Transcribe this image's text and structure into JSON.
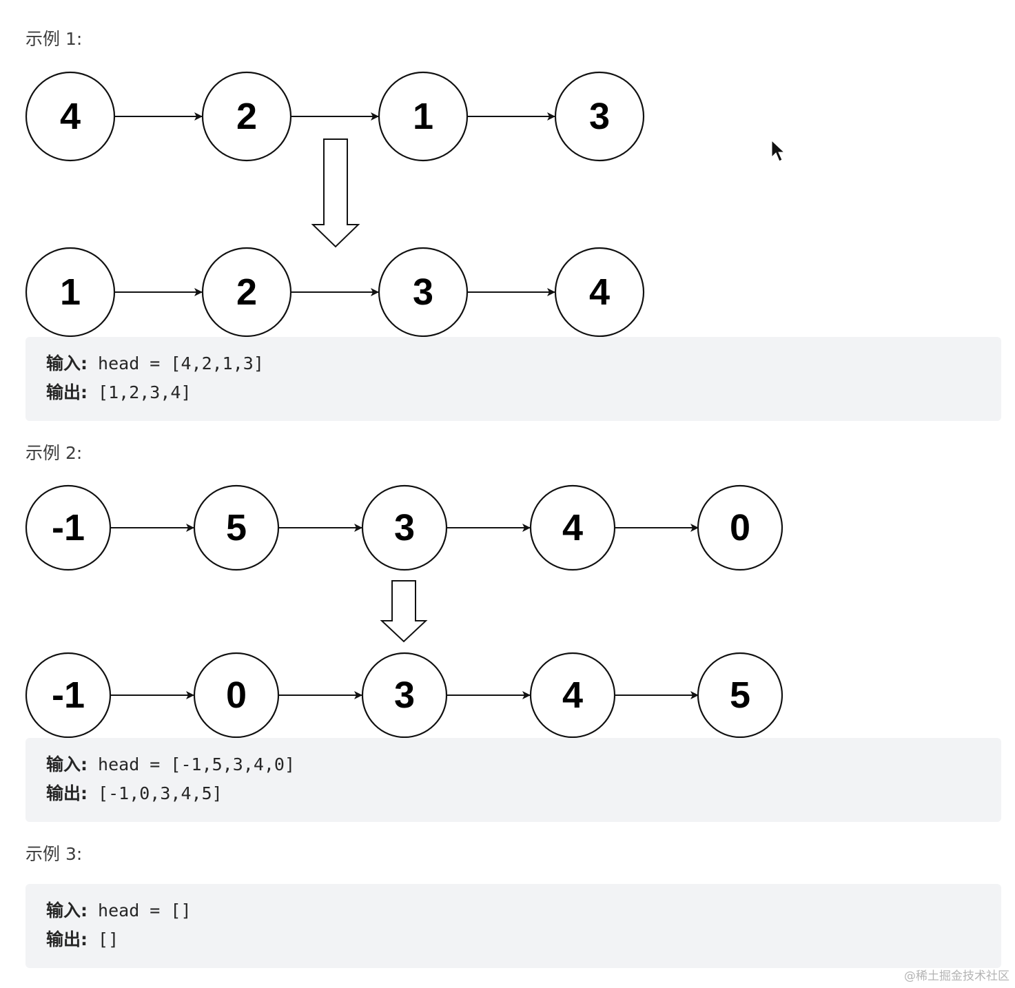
{
  "examples": [
    {
      "label": "示例 1:",
      "before": [
        "4",
        "2",
        "1",
        "3"
      ],
      "after": [
        "1",
        "2",
        "3",
        "4"
      ],
      "input_label": "输入:",
      "input_value": " head = [4,2,1,3]",
      "output_label": "输出:",
      "output_value": " [1,2,3,4]"
    },
    {
      "label": "示例 2:",
      "before": [
        "-1",
        "5",
        "3",
        "4",
        "0"
      ],
      "after": [
        "-1",
        "0",
        "3",
        "4",
        "5"
      ],
      "input_label": "输入:",
      "input_value": " head = [-1,5,3,4,0]",
      "output_label": "输出:",
      "output_value": " [-1,0,3,4,5]"
    },
    {
      "label": "示例 3:",
      "input_label": "输入:",
      "input_value": " head = []",
      "output_label": "输出:",
      "output_value": " []"
    }
  ],
  "colors": {
    "code_background": "#f2f3f5",
    "text": "#262626",
    "stroke": "#111111"
  },
  "icons": {
    "transform": "down-arrow-icon",
    "cursor": "mouse-cursor-icon"
  },
  "watermark": "@稀土掘金技术社区"
}
